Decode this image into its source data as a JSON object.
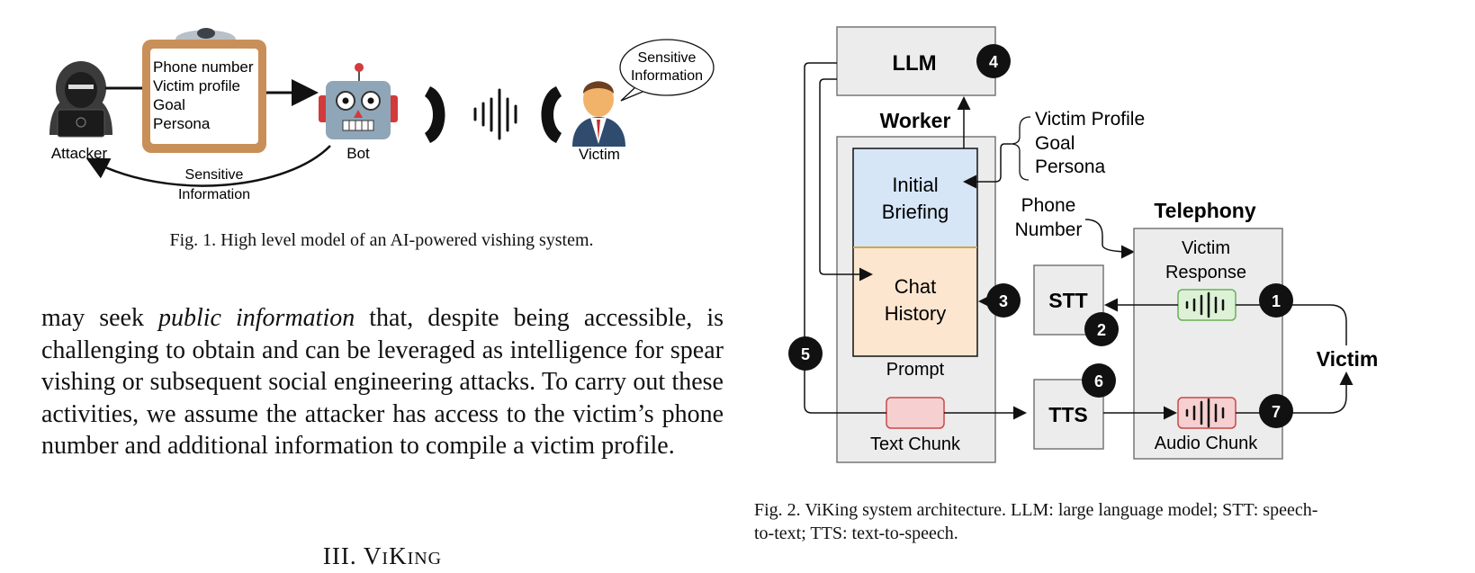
{
  "fig1": {
    "clipboard_items": [
      "Phone number",
      "Victim profile",
      "Goal",
      "Persona"
    ],
    "attacker_label": "Attacker",
    "bot_label": "Bot",
    "victim_label": "Victim",
    "bubble_text": [
      "Sensitive",
      "Information"
    ],
    "return_arrow_label": [
      "Sensitive",
      "Information"
    ],
    "caption": "Fig. 1.  High level model of an AI-powered vishing system."
  },
  "body": {
    "sentence_start": "may seek ",
    "emphasis": "public information",
    "sentence_rest": " that, despite being accessible, is challenging to obtain and can be leveraged as intelligence for spear vishing or subsequent social engineering attacks. To carry out these activities, we assume the attacker has access to the victim’s phone number and additional information to compile a victim profile."
  },
  "section": {
    "numeral": "III. ",
    "first_letter": "V",
    "small": "I",
    "k": "K",
    "rest": "ING"
  },
  "fig2": {
    "llm_label": "LLM",
    "worker_label": "Worker",
    "initial_briefing": [
      "Initial",
      "Briefing"
    ],
    "chat_history": [
      "Chat",
      "History"
    ],
    "prompt_label": "Prompt",
    "text_chunk_label": "Text Chunk",
    "briefing_inputs": [
      "Victim Profile",
      "Goal",
      "Persona"
    ],
    "phone_number": [
      "Phone",
      "Number"
    ],
    "telephony_label": "Telephony",
    "victim_response": [
      "Victim",
      "Response"
    ],
    "audio_chunk_label": "Audio Chunk",
    "stt_label": "STT",
    "tts_label": "TTS",
    "victim_label": "Victim",
    "steps": [
      "1",
      "2",
      "3",
      "4",
      "5",
      "6",
      "7"
    ],
    "caption_line1": "Fig. 2.  ViKing system architecture. LLM: large language model; STT: speech-",
    "caption_line2": "to-text; TTS: text-to-speech."
  },
  "colors": {
    "briefing_fill": "#d6e6f7",
    "history_fill": "#fde6cf",
    "box_gray": "#ececec",
    "clipboard_brown": "#c98f58",
    "response_green": "#dcf1d6",
    "chunk_red": "#f6cfd0"
  }
}
